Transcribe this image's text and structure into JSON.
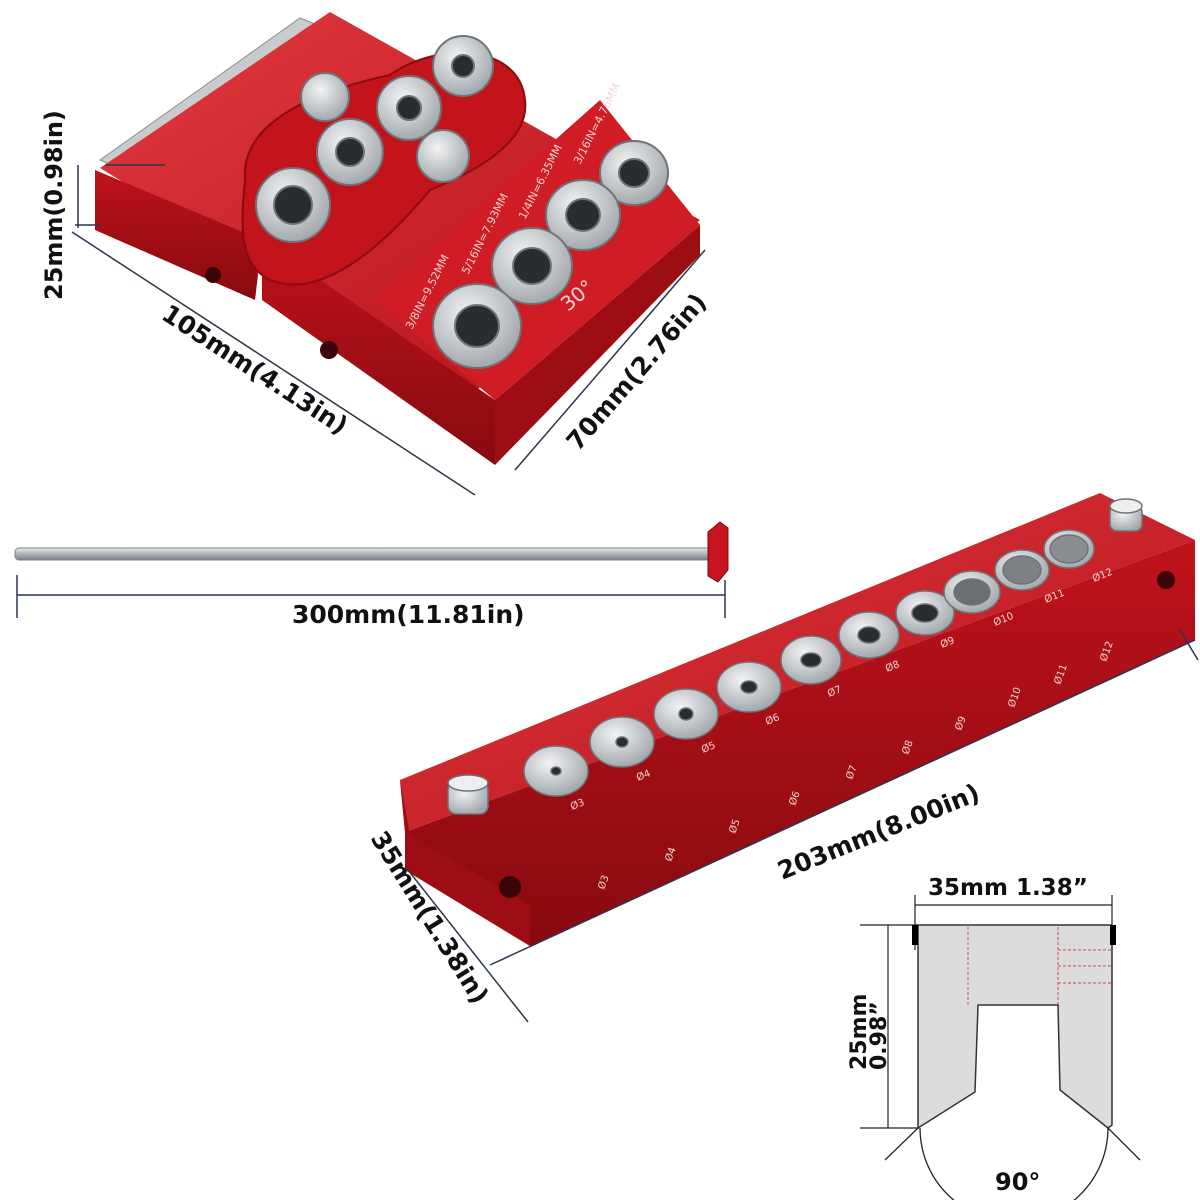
{
  "colors": {
    "body_red": "#c8141e",
    "body_red_dark": "#8e0c12",
    "body_red_light": "#e0323a",
    "bushing": "#bfc3c7",
    "dim_line": "#2a3550",
    "rod": "#b8bcc0",
    "section_fill": "#dcdcdc",
    "section_hidden": "#d24b4b"
  },
  "dimensions": {
    "top_height": "25mm(0.98in)",
    "top_length": "105mm(4.13in)",
    "top_width": "70mm(2.76in)",
    "rod_length": "300mm(11.81in)",
    "bar_length": "203mm(8.00in)",
    "bar_height": "35mm(1.38in)"
  },
  "top_jig": {
    "angle": "30°",
    "engravings": [
      "3/8IN=9.52MM",
      "5/16IN=7.93MM",
      "1/4IN=6.35MM",
      "3/16IN=4.76MM"
    ]
  },
  "bar_jig": {
    "hole_labels": [
      "Ø3",
      "Ø4",
      "Ø5",
      "Ø6",
      "Ø7",
      "Ø8",
      "Ø9",
      "Ø10",
      "Ø11",
      "Ø12"
    ]
  },
  "section": {
    "width_label": "35mm 1.38”",
    "height_mm": "25mm",
    "height_in": "0.98”",
    "angle": "90°"
  }
}
